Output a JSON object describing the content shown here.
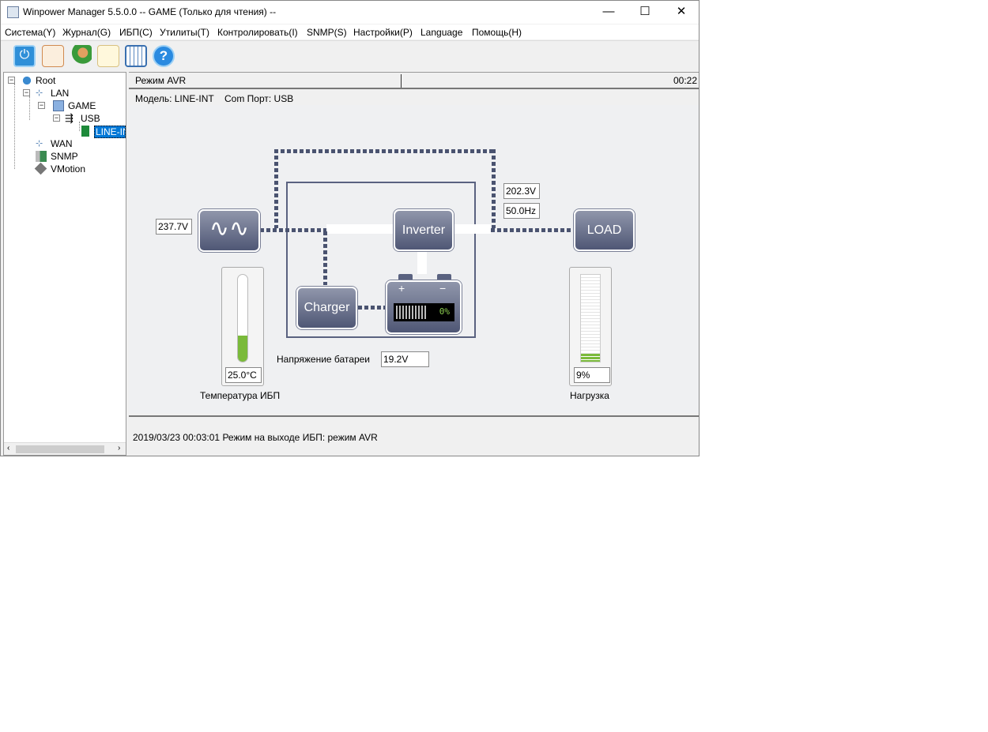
{
  "window": {
    "title": "Winpower Manager 5.5.0.0 -- GAME (Только для чтения) --",
    "minimize": "—",
    "maximize": "☐",
    "close": "✕"
  },
  "menu": [
    "Система(Y)",
    "Журнал(G)",
    "ИБП(C)",
    "Утилиты(T)",
    "Контролировать(I)",
    "SNMP(S)",
    "Настройки(P)",
    "Language",
    "Помощь(H)"
  ],
  "toolbar": [
    "power-icon",
    "schedule-icon",
    "user-icon",
    "list-icon",
    "table-icon",
    "help-icon"
  ],
  "tree": {
    "root": "Root",
    "lan": "LAN",
    "game": "GAME",
    "usb": "USB",
    "ups": "LINE-INT",
    "wan": "WAN",
    "snmp": "SNMP",
    "vmotion": "VMotion"
  },
  "header": {
    "mode": "Режим AVR",
    "time": "00:22"
  },
  "info": {
    "model": "Модель: LINE-INT",
    "port": "Com Порт: USB"
  },
  "diagram": {
    "input_voltage": "237.7V",
    "output_voltage": "202.3V",
    "output_freq": "50.0Hz",
    "inverter": "Inverter",
    "charger": "Charger",
    "load": "LOAD",
    "battery_percent": "0%",
    "battery_plus": "+",
    "battery_minus": "−",
    "battery_voltage_label": "Напряжение батареи",
    "battery_voltage": "19.2V",
    "temperature": "25.0°C",
    "temperature_label": "Температура ИБП",
    "temperature_level": 0.3,
    "load_value": "9%",
    "load_label": "Нагрузка",
    "load_level": 0.09
  },
  "status": {
    "message": "2019/03/23 00:03:01  Режим на выходе ИБП: режим AVR"
  },
  "colors": {
    "accent": "#4f5775",
    "selection": "#0078d7"
  }
}
